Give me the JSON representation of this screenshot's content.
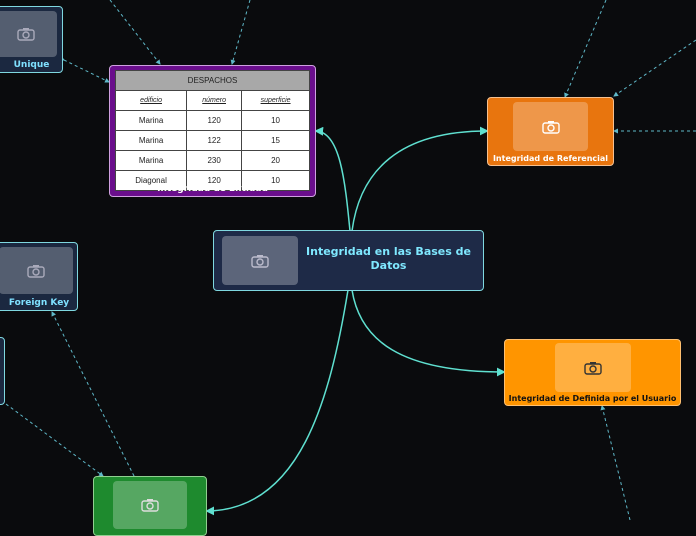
{
  "central": {
    "title": "Integridad en las Bases de Datos"
  },
  "nodes": {
    "unique": {
      "label": "Unique"
    },
    "entidad": {
      "label": "Integridad de Entidad"
    },
    "referencial": {
      "label": "Integridad de Referencial"
    },
    "foreign_key": {
      "label": "Foreign Key"
    },
    "definida_usuario": {
      "label": "Integridad de Definida por el Usuario"
    }
  },
  "despachos_table": {
    "title": "DESPACHOS",
    "headers": [
      "edificio",
      "número",
      "superficie"
    ],
    "rows": [
      [
        "Marina",
        "120",
        "10"
      ],
      [
        "Marina",
        "122",
        "15"
      ],
      [
        "Marina",
        "230",
        "20"
      ],
      [
        "Diagonal",
        "120",
        "10"
      ]
    ]
  },
  "colors": {
    "central_fill": "#1e2a47",
    "central_border": "#7fd8e0",
    "link": "#5fe0d0",
    "entidad": "#6a0e8c",
    "referencial": "#e8750e",
    "usuario": "#ff9500",
    "green": "#1e8a2e",
    "side_node": "#1b2840"
  },
  "icons": {
    "image_placeholder": "camera-icon"
  }
}
